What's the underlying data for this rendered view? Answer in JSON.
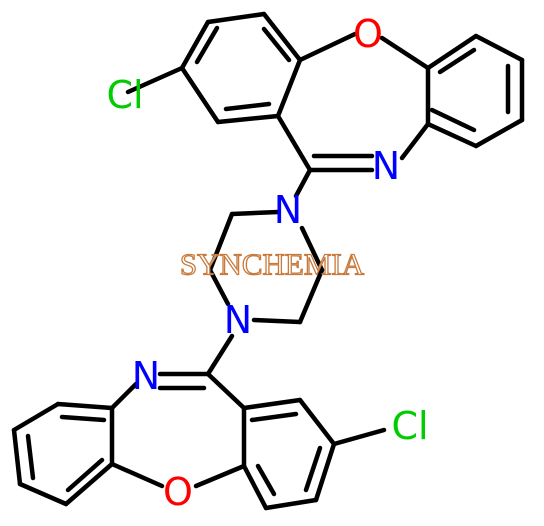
{
  "watermark": {
    "text": "SYNCHEMIA",
    "color": "#c87a3c"
  },
  "atom_colors": {
    "N": "#0000ff",
    "O": "#ff0000",
    "Cl": "#00cc00"
  },
  "atoms": {
    "cl_top": "Cl",
    "o_top": "O",
    "n_top_imine": "N",
    "n_pip_top": "N",
    "n_pip_bottom": "N",
    "n_bottom_imine": "N",
    "o_bottom": "O",
    "cl_bottom": "Cl"
  }
}
